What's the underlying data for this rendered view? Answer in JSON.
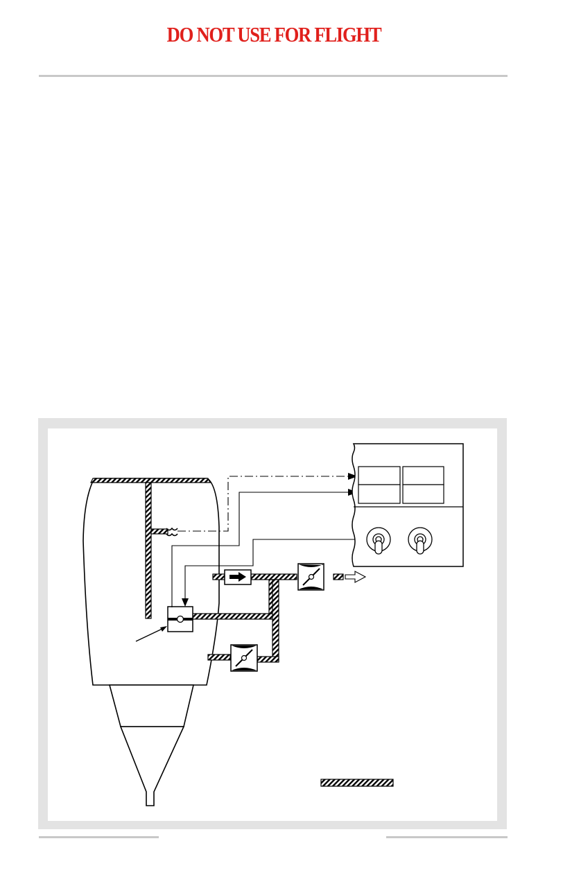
{
  "header": {
    "warning_text": "DO NOT USE FOR FLIGHT",
    "warning_color": "#e0201c"
  },
  "figure": {
    "frame_color": "#e3e3e3",
    "components": [
      "engine-nacelle-outline",
      "bleed-air-ducting",
      "bleed-pressure-sensor",
      "bleed-valve",
      "check-valve-arrow",
      "shutoff-valve",
      "outflow-arrow",
      "cockpit-indicator-panel",
      "indicator-windows",
      "control-toggle-switches",
      "legend-hatched-duct"
    ]
  }
}
